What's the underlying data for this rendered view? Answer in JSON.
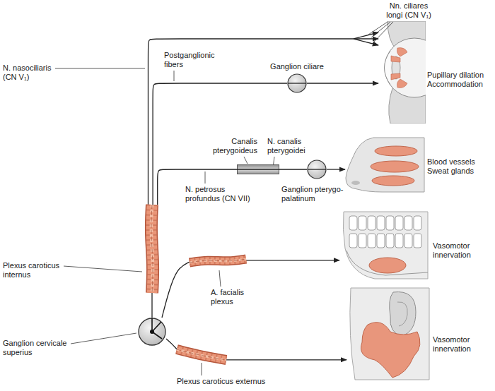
{
  "diagram": {
    "nodes": [
      {
        "text": [
          "Ganglion ciliare"
        ]
      },
      {
        "text": [
          "Pupillary dilation Accommodation"
        ]
      },
      {
        "text": [
          "Canalis pterygoideus",
          "N. canalis pterygoidei"
        ]
      },
      {
        "text": [
          "Ganglion pterygo- palatinum"
        ]
      },
      {
        "text": [
          "Blood vessels Sweat glands"
        ]
      },
      {
        "text": [
          "Plexus caroticus internus"
        ]
      },
      {
        "text": [
          "A. facialis plexus"
        ]
      },
      {
        "text": [
          "Vasomotor innervation"
        ]
      },
      {
        "text": [
          "Ganglion cervicale superius"
        ]
      },
      {
        "text": [
          "Plexus caroticus externus"
        ]
      },
      {
        "text": [
          "Vasomotor innervation"
        ]
      }
    ],
    "edges": [
      {
        "from": 8,
        "to": 5,
        "arrow": "none"
      },
      {
        "from": 5,
        "to": 1,
        "arrow": "to"
      },
      {
        "from": 5,
        "to": 0,
        "arrow": "none"
      },
      {
        "from": 0,
        "to": 1,
        "arrow": "to"
      },
      {
        "from": 5,
        "to": 2,
        "arrow": "none"
      },
      {
        "from": 2,
        "to": 3,
        "arrow": "none"
      },
      {
        "from": 3,
        "to": 4,
        "arrow": "to"
      },
      {
        "from": 8,
        "to": 6,
        "arrow": "none"
      },
      {
        "from": 6,
        "to": 7,
        "arrow": "to"
      },
      {
        "from": 8,
        "to": 9,
        "arrow": "none"
      },
      {
        "from": 9,
        "to": 10,
        "arrow": "to"
      }
    ],
    "labels": [
      "Nn. ciliares longi (CN V₁)",
      "Postganglionic fibers",
      "N. nasociliaris (CN V₁)",
      "N. petrosus profundus (CN VII)"
    ]
  }
}
